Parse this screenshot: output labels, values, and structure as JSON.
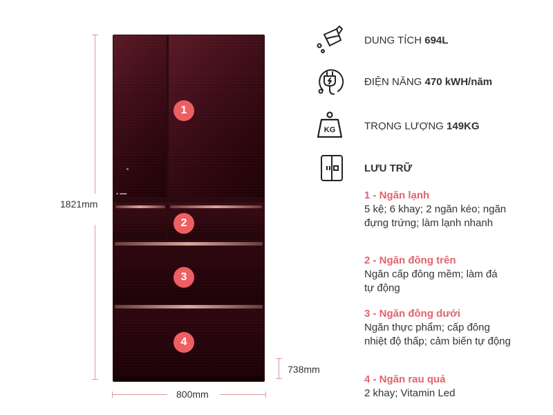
{
  "dimensions": {
    "height": "1821mm",
    "width": "800mm",
    "drawer_height": "738mm"
  },
  "badges": [
    "1",
    "2",
    "3",
    "4"
  ],
  "specs": [
    {
      "icon": "measuring-jug-icon",
      "label": "DUNG TÍCH",
      "value": "694L"
    },
    {
      "icon": "power-plug-icon",
      "label": "ĐIỆN NĂNG",
      "value": "470 kWH/năm"
    },
    {
      "icon": "weight-kg-icon",
      "label": "TRỌNG LƯỢNG",
      "value": "149KG"
    },
    {
      "icon": "fridge-icon",
      "label": "LƯU TRỮ",
      "value": ""
    }
  ],
  "compartments": [
    {
      "title": "1 - Ngăn lạnh",
      "description": "5 kệ; 6 khay; 2 ngăn kéo; ngăn đựng trứng; làm lạnh nhanh"
    },
    {
      "title": "2 - Ngăn đông trên",
      "description": "Ngăn cấp đông mềm; làm đá tự động"
    },
    {
      "title": "3 - Ngăn đông dưới",
      "description": "Ngăn thực phẩm; cấp đông nhiệt độ thấp; cảm biến tự động"
    },
    {
      "title": "4 - Ngăn rau quả",
      "description": "2 khay; Vitamin Led"
    }
  ],
  "colors": {
    "accent": "#e2636a",
    "badge": "#ee5f62",
    "fridge_body": "#3e0d18",
    "dimension_line": "#d99a9a"
  }
}
